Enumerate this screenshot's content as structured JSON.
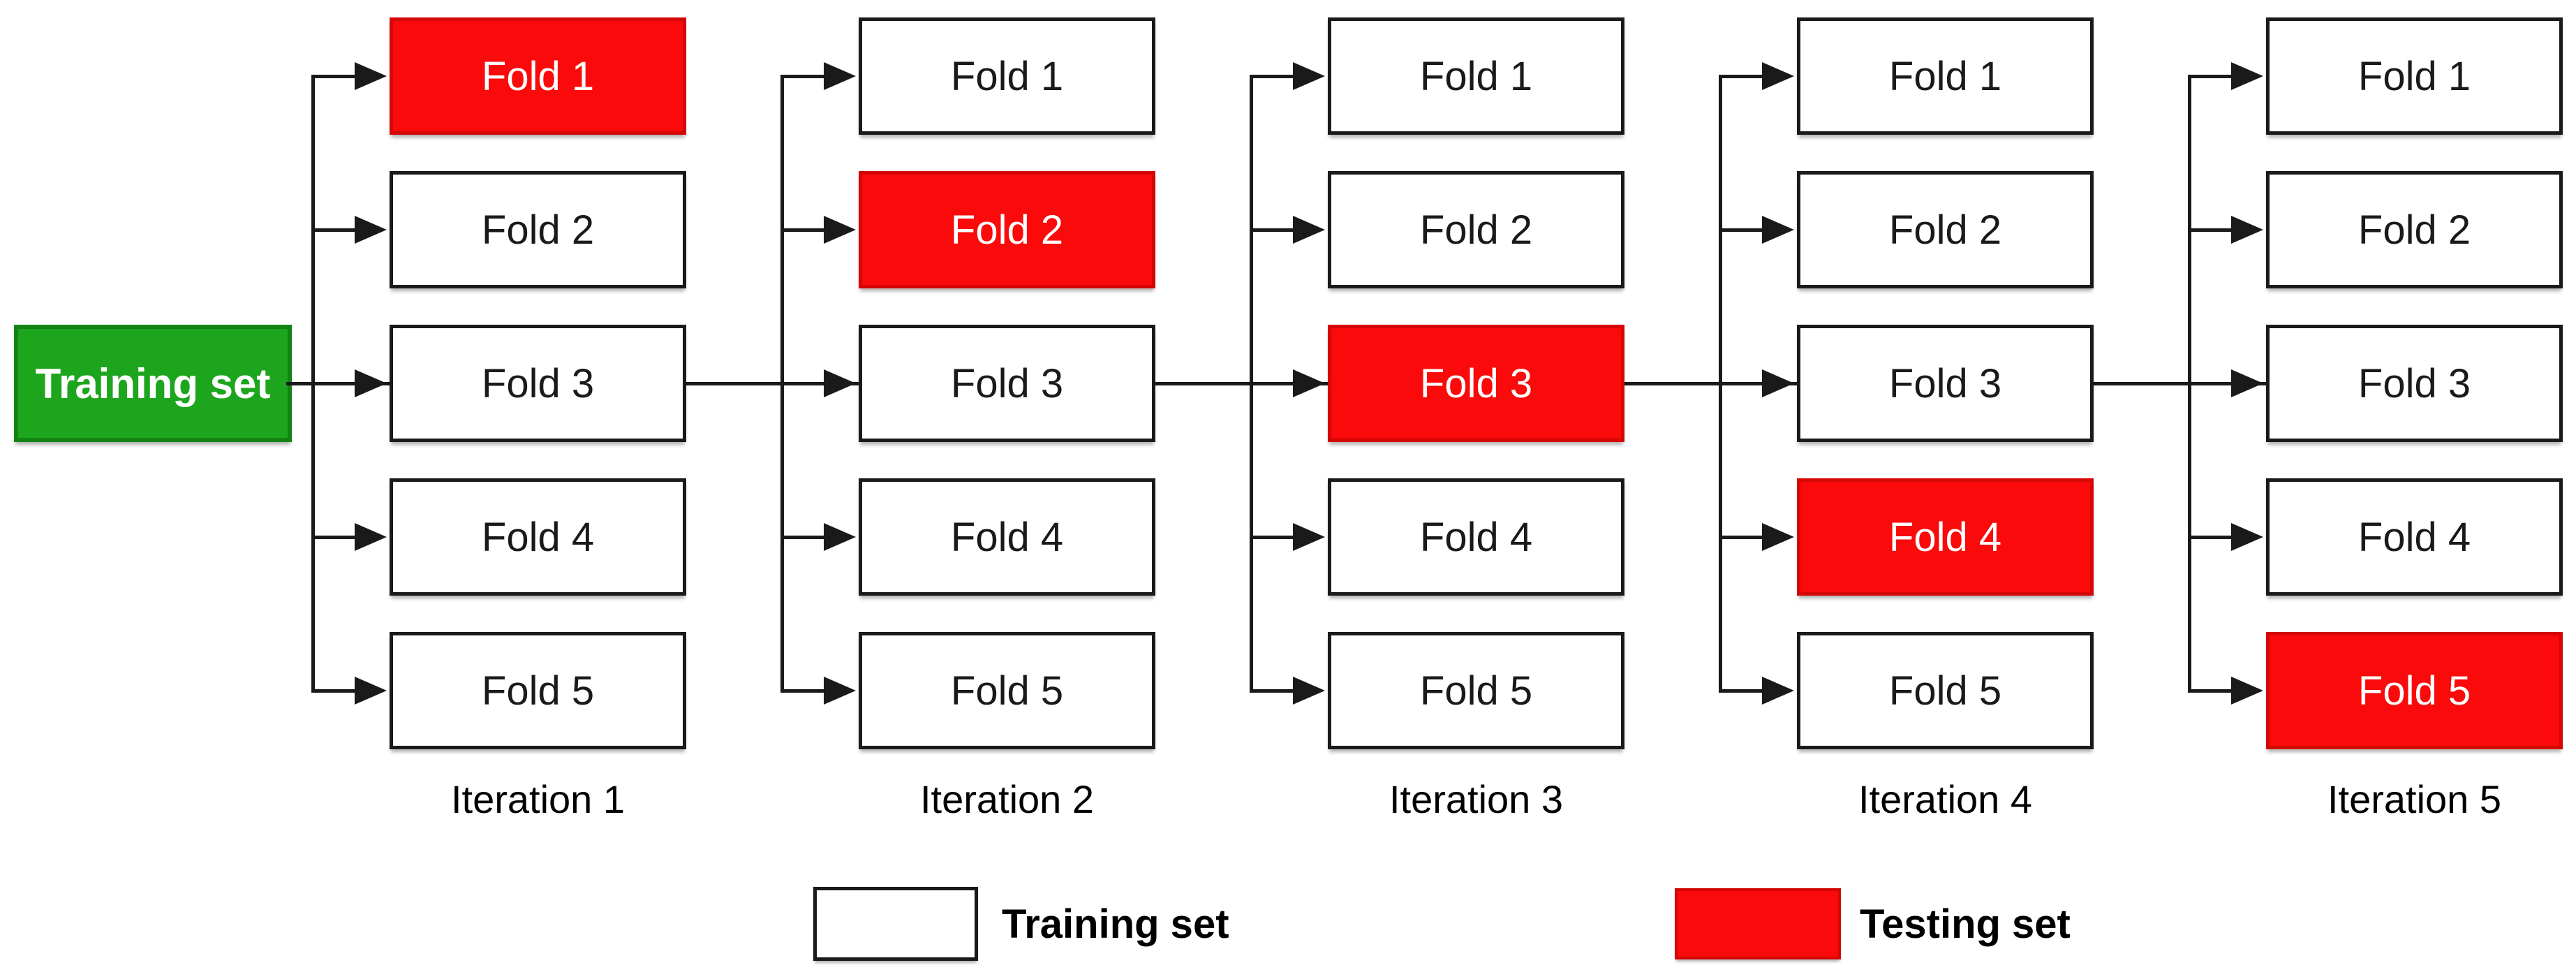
{
  "diagram": {
    "type": "k-fold-cross-validation",
    "source_node": {
      "label": "Training set"
    },
    "iterations": [
      {
        "label": "Iteration 1",
        "testing_fold": "Fold 1",
        "folds": [
          {
            "label": "Fold 1",
            "set": "testing"
          },
          {
            "label": "Fold 2",
            "set": "training"
          },
          {
            "label": "Fold 3",
            "set": "training"
          },
          {
            "label": "Fold 4",
            "set": "training"
          },
          {
            "label": "Fold 5",
            "set": "training"
          }
        ]
      },
      {
        "label": "Iteration 2",
        "testing_fold": "Fold 2",
        "folds": [
          {
            "label": "Fold 1",
            "set": "training"
          },
          {
            "label": "Fold 2",
            "set": "testing"
          },
          {
            "label": "Fold 3",
            "set": "training"
          },
          {
            "label": "Fold 4",
            "set": "training"
          },
          {
            "label": "Fold 5",
            "set": "training"
          }
        ]
      },
      {
        "label": "Iteration 3",
        "testing_fold": "Fold 3",
        "folds": [
          {
            "label": "Fold 1",
            "set": "training"
          },
          {
            "label": "Fold 2",
            "set": "training"
          },
          {
            "label": "Fold 3",
            "set": "testing"
          },
          {
            "label": "Fold 4",
            "set": "training"
          },
          {
            "label": "Fold 5",
            "set": "training"
          }
        ]
      },
      {
        "label": "Iteration 4",
        "testing_fold": "Fold 4",
        "folds": [
          {
            "label": "Fold 1",
            "set": "training"
          },
          {
            "label": "Fold 2",
            "set": "training"
          },
          {
            "label": "Fold 3",
            "set": "training"
          },
          {
            "label": "Fold 4",
            "set": "testing"
          },
          {
            "label": "Fold 5",
            "set": "training"
          }
        ]
      },
      {
        "label": "Iteration 5",
        "testing_fold": "Fold 5",
        "folds": [
          {
            "label": "Fold 1",
            "set": "training"
          },
          {
            "label": "Fold 2",
            "set": "training"
          },
          {
            "label": "Fold 3",
            "set": "training"
          },
          {
            "label": "Fold 4",
            "set": "training"
          },
          {
            "label": "Fold 5",
            "set": "testing"
          }
        ]
      }
    ],
    "legend": {
      "training": {
        "label": "Training set",
        "swatch_fill": "#ffffff"
      },
      "testing": {
        "label": "Testing set",
        "swatch_fill": "#fa0a0a"
      }
    },
    "colors": {
      "testing_fill": "#fa0a0a",
      "testing_border": "#d40606",
      "testing_text": "#ffffff",
      "training_fill": "#ffffff",
      "training_border": "#1a1a1a",
      "training_text": "#1a1a1a",
      "source_fill": "#1ea51e",
      "source_border": "#128412",
      "source_text": "#ffffff",
      "line_color": "#1a1a1a",
      "label_color": "#000000"
    }
  }
}
